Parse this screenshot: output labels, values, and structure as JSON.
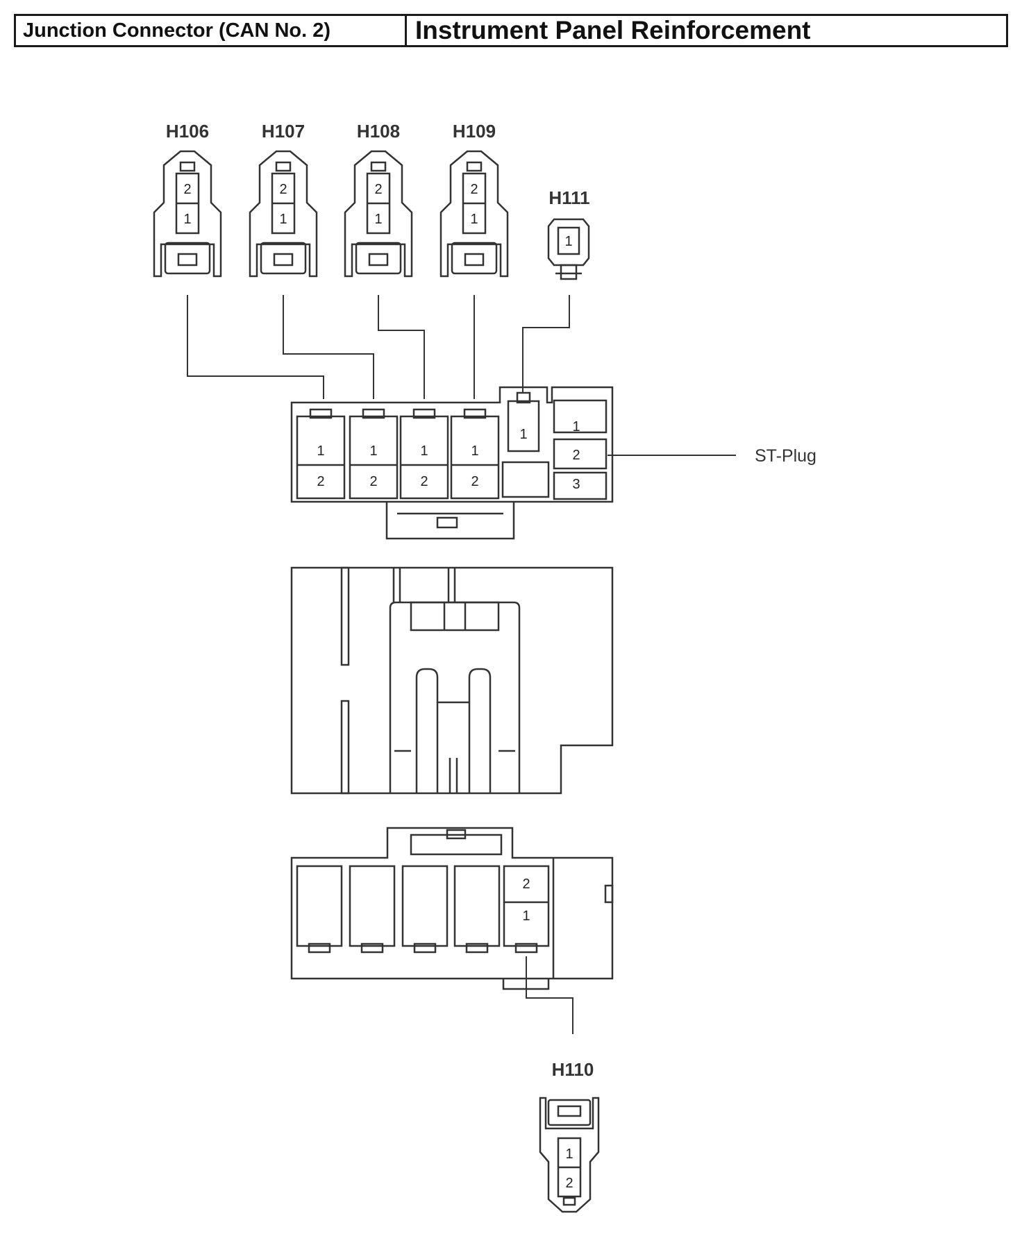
{
  "header": {
    "location_label": "Junction Connector (CAN No. 2)",
    "panel_label": "Instrument Panel Reinforcement"
  },
  "connectors": {
    "h106": {
      "label": "H106",
      "pins": [
        "2",
        "1"
      ]
    },
    "h107": {
      "label": "H107",
      "pins": [
        "2",
        "1"
      ]
    },
    "h108": {
      "label": "H108",
      "pins": [
        "2",
        "1"
      ]
    },
    "h109": {
      "label": "H109",
      "pins": [
        "2",
        "1"
      ]
    },
    "h111": {
      "label": "H111",
      "pins": [
        "1"
      ]
    },
    "h110": {
      "label": "H110",
      "pins": [
        "1",
        "2"
      ]
    }
  },
  "junction_top": {
    "cavities": [
      {
        "upper": "1",
        "lower": "2"
      },
      {
        "upper": "1",
        "lower": "2"
      },
      {
        "upper": "1",
        "lower": "2"
      },
      {
        "upper": "1",
        "lower": "2"
      }
    ],
    "single_cavity": "1",
    "st_plug_pins": [
      "1",
      "2",
      "3"
    ],
    "st_plug_label": "ST-Plug"
  },
  "junction_bottom": {
    "cavity_pins": [
      "2",
      "1"
    ]
  },
  "colors": {
    "line": "#333333",
    "text": "#222222",
    "background": "#ffffff"
  }
}
